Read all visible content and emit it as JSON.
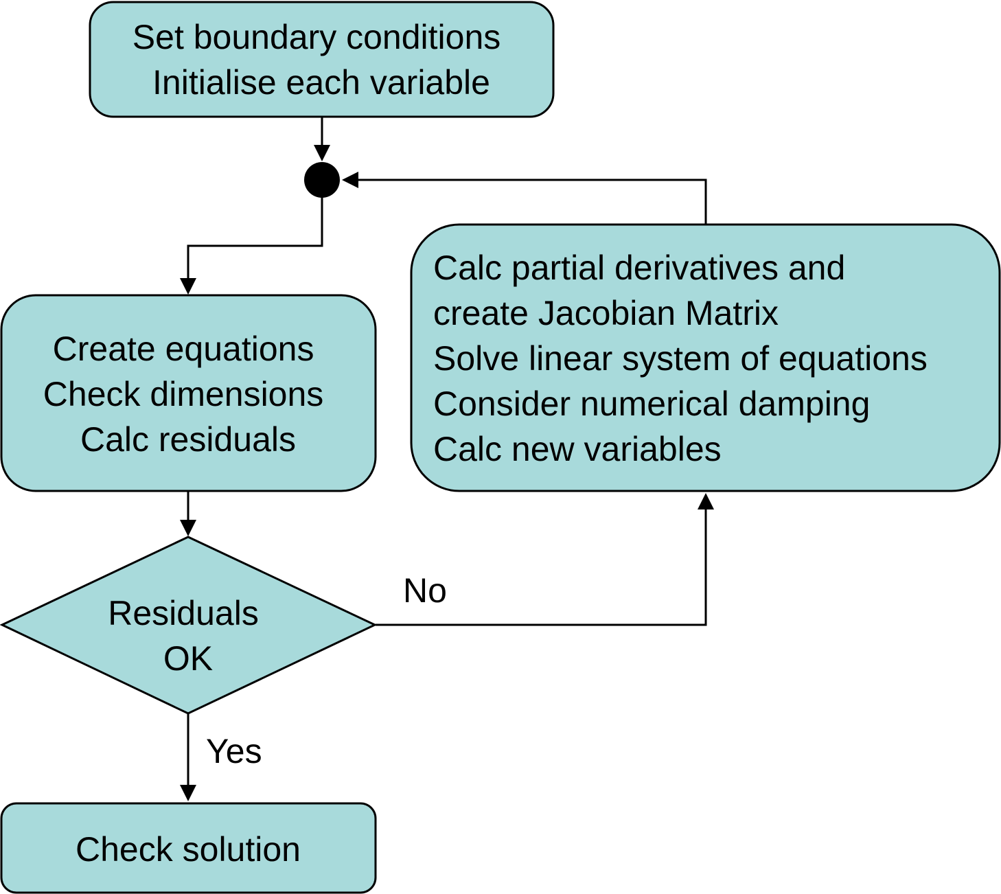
{
  "colors": {
    "node_fill": "#a8dadb",
    "stroke": "#000000",
    "junction": "#000000"
  },
  "nodes": {
    "init": {
      "lines": [
        "Set boundary conditions",
        "Initialise each variable"
      ]
    },
    "equations": {
      "lines": [
        "Create equations",
        "Check dimensions",
        "Calc residuals"
      ]
    },
    "newton": {
      "lines": [
        "Calc partial derivatives and",
        "create Jacobian Matrix",
        "Solve linear system of equations",
        "Consider numerical damping",
        "Calc new variables"
      ]
    },
    "decision": {
      "lines": [
        "Residuals",
        "OK"
      ]
    },
    "check": {
      "lines": [
        "Check solution"
      ]
    }
  },
  "edges": {
    "no_label": "No",
    "yes_label": "Yes"
  }
}
